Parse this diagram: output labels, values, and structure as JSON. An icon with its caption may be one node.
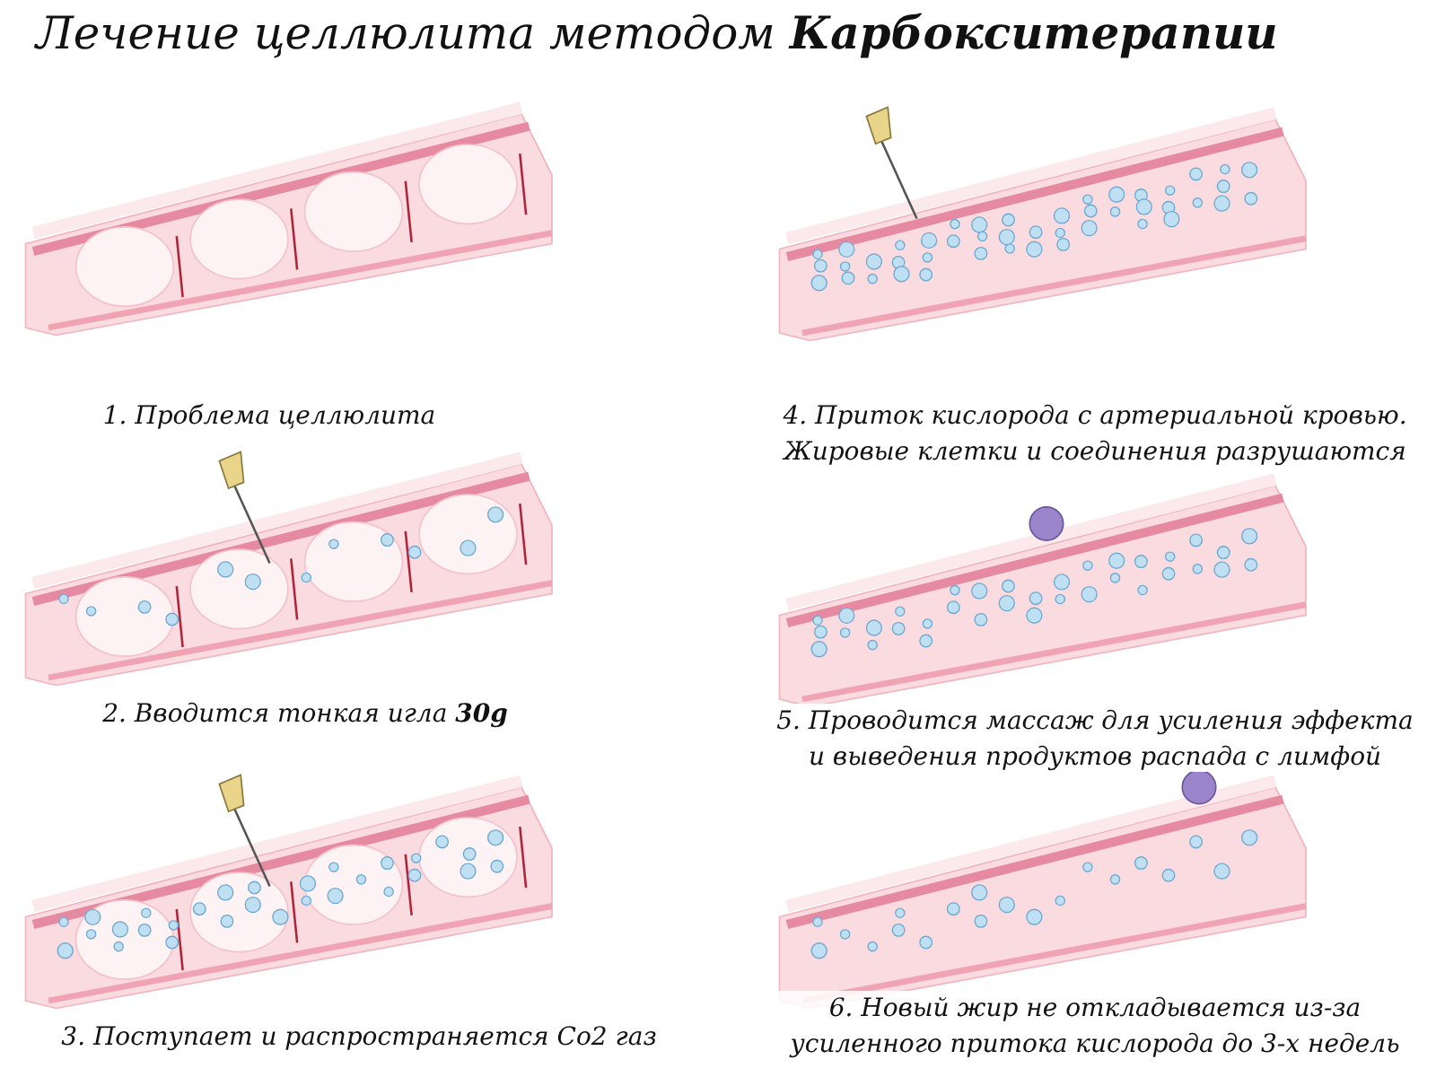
{
  "diagram": {
    "title": "Лечение целлюлита методом **Карбокситерапии**",
    "labels": [
      "1. Проблема целлюлита",
      "4. Приток кислорода с артериальной кровью. Жировые клетки и соединения разрушаются",
      "2. Вводится тонкая игла **30g**",
      "5. Проводится массаж для усиления эффекта и выведения продуктов распада с лимфой",
      "3. Поступает и распространяется Co2 газ",
      "6. Новый жир не откладывается из-за усиленного притока кислорода до 3-х недель"
    ]
  }
}
